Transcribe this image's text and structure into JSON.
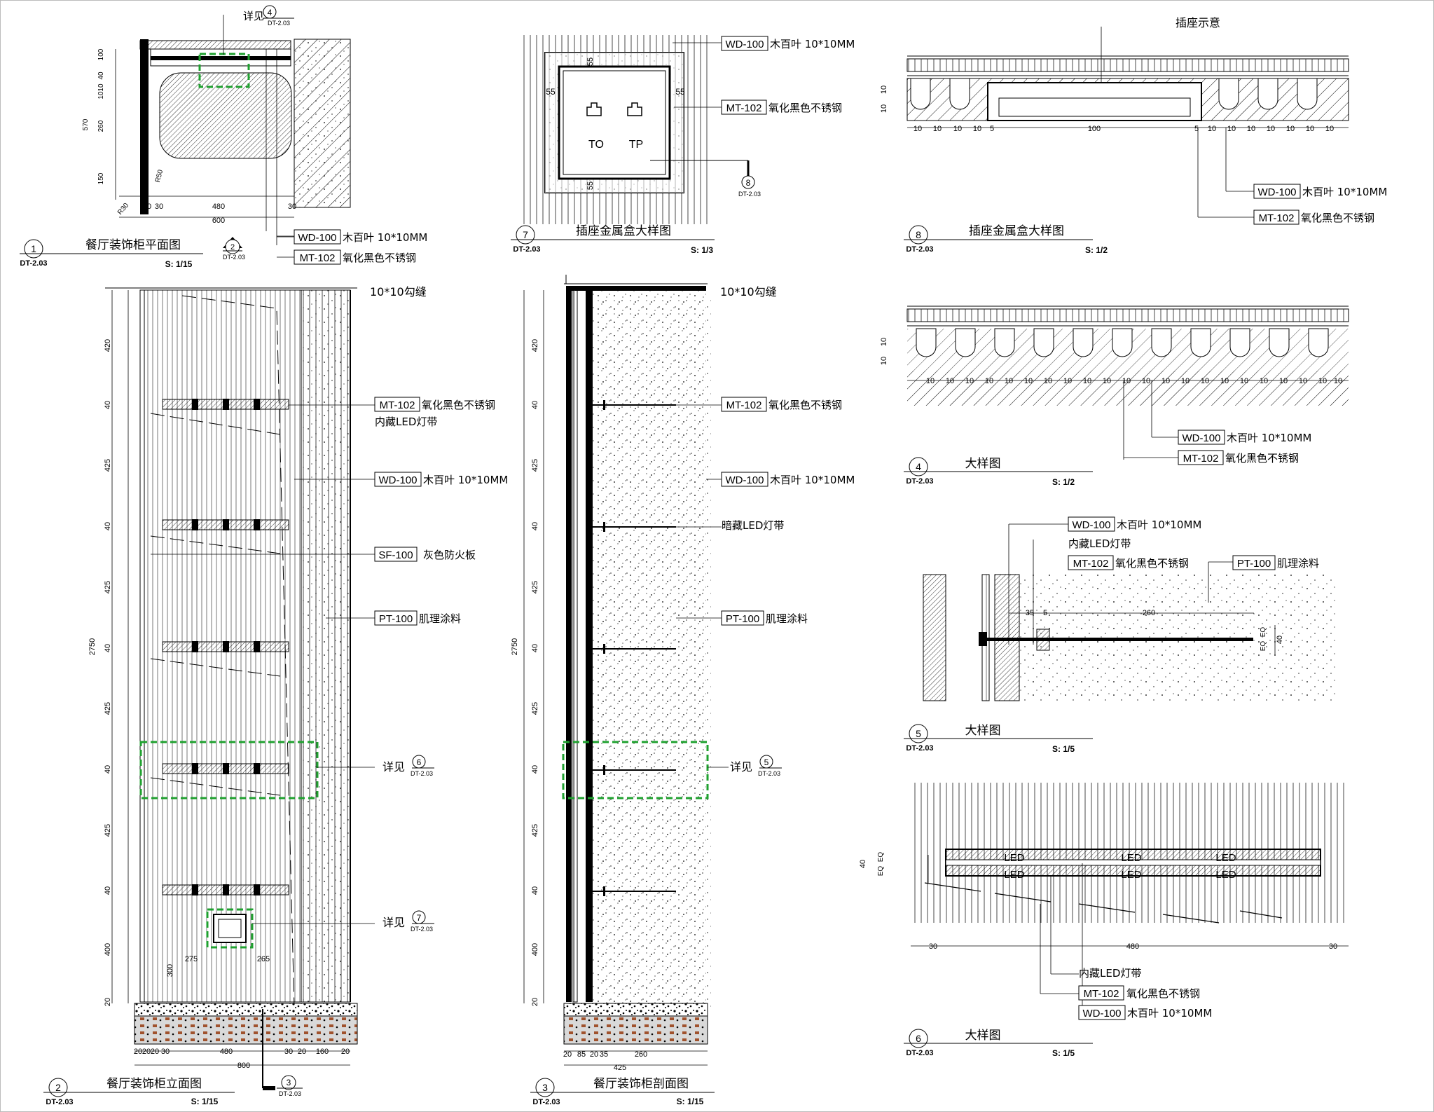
{
  "views": {
    "v1": {
      "num": "1",
      "sheet": "DT-2.03",
      "title": "餐厅装饰柜平面图",
      "scale": "S: 1/15"
    },
    "v2": {
      "num": "2",
      "sheet": "DT-2.03",
      "title": "餐厅装饰柜立面图",
      "scale": "S: 1/15"
    },
    "v3": {
      "num": "3",
      "sheet": "DT-2.03",
      "title": "餐厅装饰柜剖面图",
      "scale": "S: 1/15"
    },
    "v7": {
      "num": "7",
      "sheet": "DT-2.03",
      "title": "插座金属盒大样图",
      "scale": "S: 1/3"
    },
    "v8": {
      "num": "8",
      "sheet": "DT-2.03",
      "title": "插座金属盒大样图",
      "scale": "S: 1/2"
    },
    "v4": {
      "num": "4",
      "sheet": "DT-2.03",
      "title": "大样图",
      "scale": "S: 1/2"
    },
    "v5": {
      "num": "5",
      "sheet": "DT-2.03",
      "title": "大样图",
      "scale": "S: 1/5"
    },
    "v6": {
      "num": "6",
      "sheet": "DT-2.03",
      "title": "大样图",
      "scale": "S: 1/5"
    }
  },
  "materials": {
    "wd100_code": "WD-100",
    "wd100_desc": "木百叶  10*10MM",
    "mt102_code": "MT-102",
    "mt102_desc": "氧化黑色不锈钢",
    "sf100_code": "SF-100",
    "sf100_desc": "灰色防火板",
    "pt100_code": "PT-100",
    "pt100_desc": "肌理涂料"
  },
  "notes": {
    "led_hidden": "内藏LED灯带",
    "led_concealed": "暗藏LED灯带",
    "groove": "10*10勾缝",
    "see": "详见",
    "socket_hint": "插座示意",
    "led": "LED",
    "to": "TO",
    "tp": "TP"
  },
  "callouts": {
    "c4": {
      "num": "4",
      "sheet": "DT-2.03"
    },
    "c6": {
      "num": "6",
      "sheet": "DT-2.03"
    },
    "c7": {
      "num": "7",
      "sheet": "DT-2.03"
    },
    "c5": {
      "num": "5",
      "sheet": "DT-2.03"
    },
    "c8": {
      "num": "8",
      "sheet": "DT-2.03"
    },
    "c3": {
      "num": "3",
      "sheet": "DT-2.03"
    },
    "c2": {
      "num": "2",
      "sheet": "DT-2.03"
    }
  },
  "dims": {
    "plan_v": [
      "100",
      "40",
      "10",
      "10",
      "260",
      "150"
    ],
    "plan_total_v": "570",
    "plan_h": [
      "60",
      "30",
      "480",
      "30"
    ],
    "plan_total_h": "600",
    "plan_r": [
      "R30",
      "R50"
    ],
    "elev_v": [
      "420",
      "40",
      "425",
      "40",
      "425",
      "40",
      "425",
      "40",
      "425",
      "40",
      "400",
      "20"
    ],
    "elev_total_v": "2750",
    "elev_h": [
      "20",
      "20",
      "20",
      "30",
      "480",
      "30",
      "20",
      "160",
      "20"
    ],
    "elev_total_h": "800",
    "socket_pos": [
      "300",
      "275",
      "265"
    ],
    "sect_h": [
      "20",
      "85",
      "20",
      "35",
      "260"
    ],
    "sect_total_h": "425",
    "d7": [
      "55",
      "55",
      "55",
      "55"
    ],
    "d8": [
      "10",
      "10",
      "10",
      "10",
      "5",
      "100",
      "5",
      "10",
      "10",
      "10",
      "10",
      "10",
      "10",
      "10"
    ],
    "d8v": [
      "10",
      "10"
    ],
    "d4": [
      "10",
      "10",
      "10",
      "10",
      "10",
      "10",
      "10",
      "10",
      "10",
      "10",
      "10",
      "10",
      "10",
      "10",
      "10",
      "10",
      "10",
      "10",
      "10",
      "10",
      "10",
      "10"
    ],
    "d4v": [
      "10",
      "10"
    ],
    "d5": [
      "35",
      "5",
      "260"
    ],
    "d5v": [
      "EQ",
      "EQ",
      "40"
    ],
    "d6": [
      "30",
      "480",
      "30"
    ],
    "d6v": [
      "EQ",
      "EQ",
      "40"
    ]
  }
}
